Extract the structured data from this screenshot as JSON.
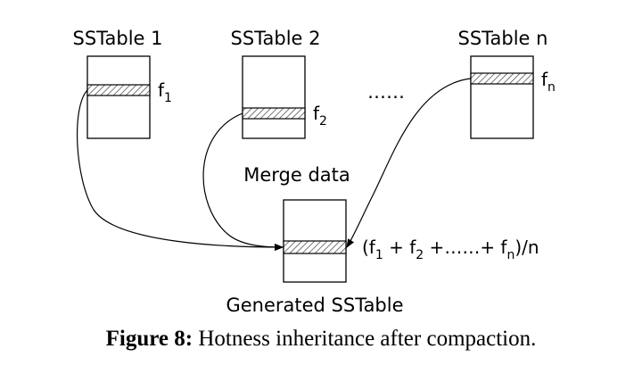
{
  "diagram": {
    "sstables": [
      {
        "name": "SSTable 1",
        "freq_base": "f",
        "freq_sub": "1"
      },
      {
        "name": "SSTable 2",
        "freq_base": "f",
        "freq_sub": "2"
      },
      {
        "name": "SSTable n",
        "freq_base": "f",
        "freq_sub": "n"
      }
    ],
    "ellipsis": "……",
    "merge_label": "Merge data",
    "generated_label": "Generated SSTable",
    "formula": {
      "open": "(f",
      "sub1": "1",
      "plus1": " + f",
      "sub2": "2",
      "plus2": " +……+ f",
      "subn": "n",
      "close": ")/n"
    }
  },
  "caption": {
    "prefix": "Figure 8:",
    "text": " Hotness inheritance after compaction."
  }
}
